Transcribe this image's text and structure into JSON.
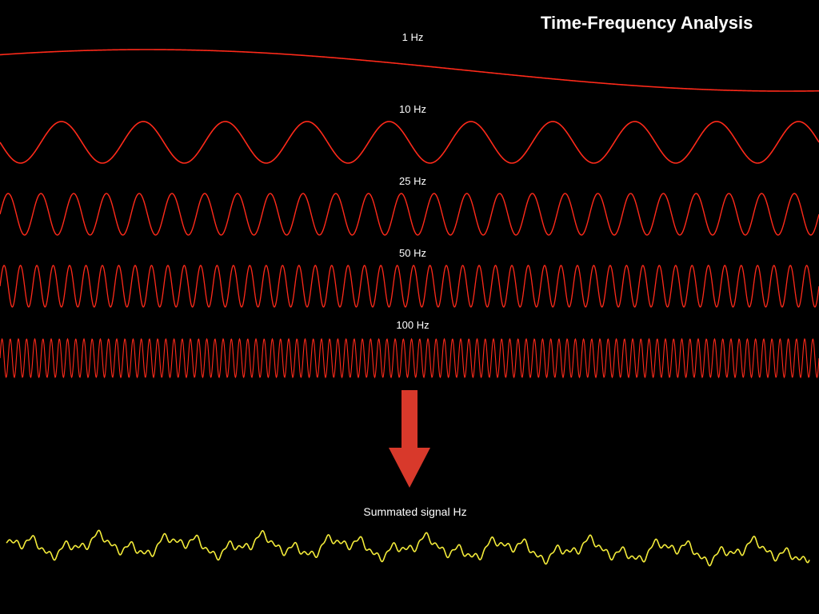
{
  "title": "Time-Frequency Analysis",
  "components": [
    {
      "label": "1 Hz",
      "frequency_hz": 1
    },
    {
      "label": "10 Hz",
      "frequency_hz": 10
    },
    {
      "label": "25 Hz",
      "frequency_hz": 25
    },
    {
      "label": "50 Hz",
      "frequency_hz": 50
    },
    {
      "label": "100 Hz",
      "frequency_hz": 100
    }
  ],
  "summed": {
    "label": "Summated signal Hz"
  },
  "colors": {
    "background": "#000000",
    "component_wave": "#ff2a1a",
    "summed_wave": "#f4ec3a",
    "arrow": "#d8392b",
    "text": "#ffffff"
  }
}
